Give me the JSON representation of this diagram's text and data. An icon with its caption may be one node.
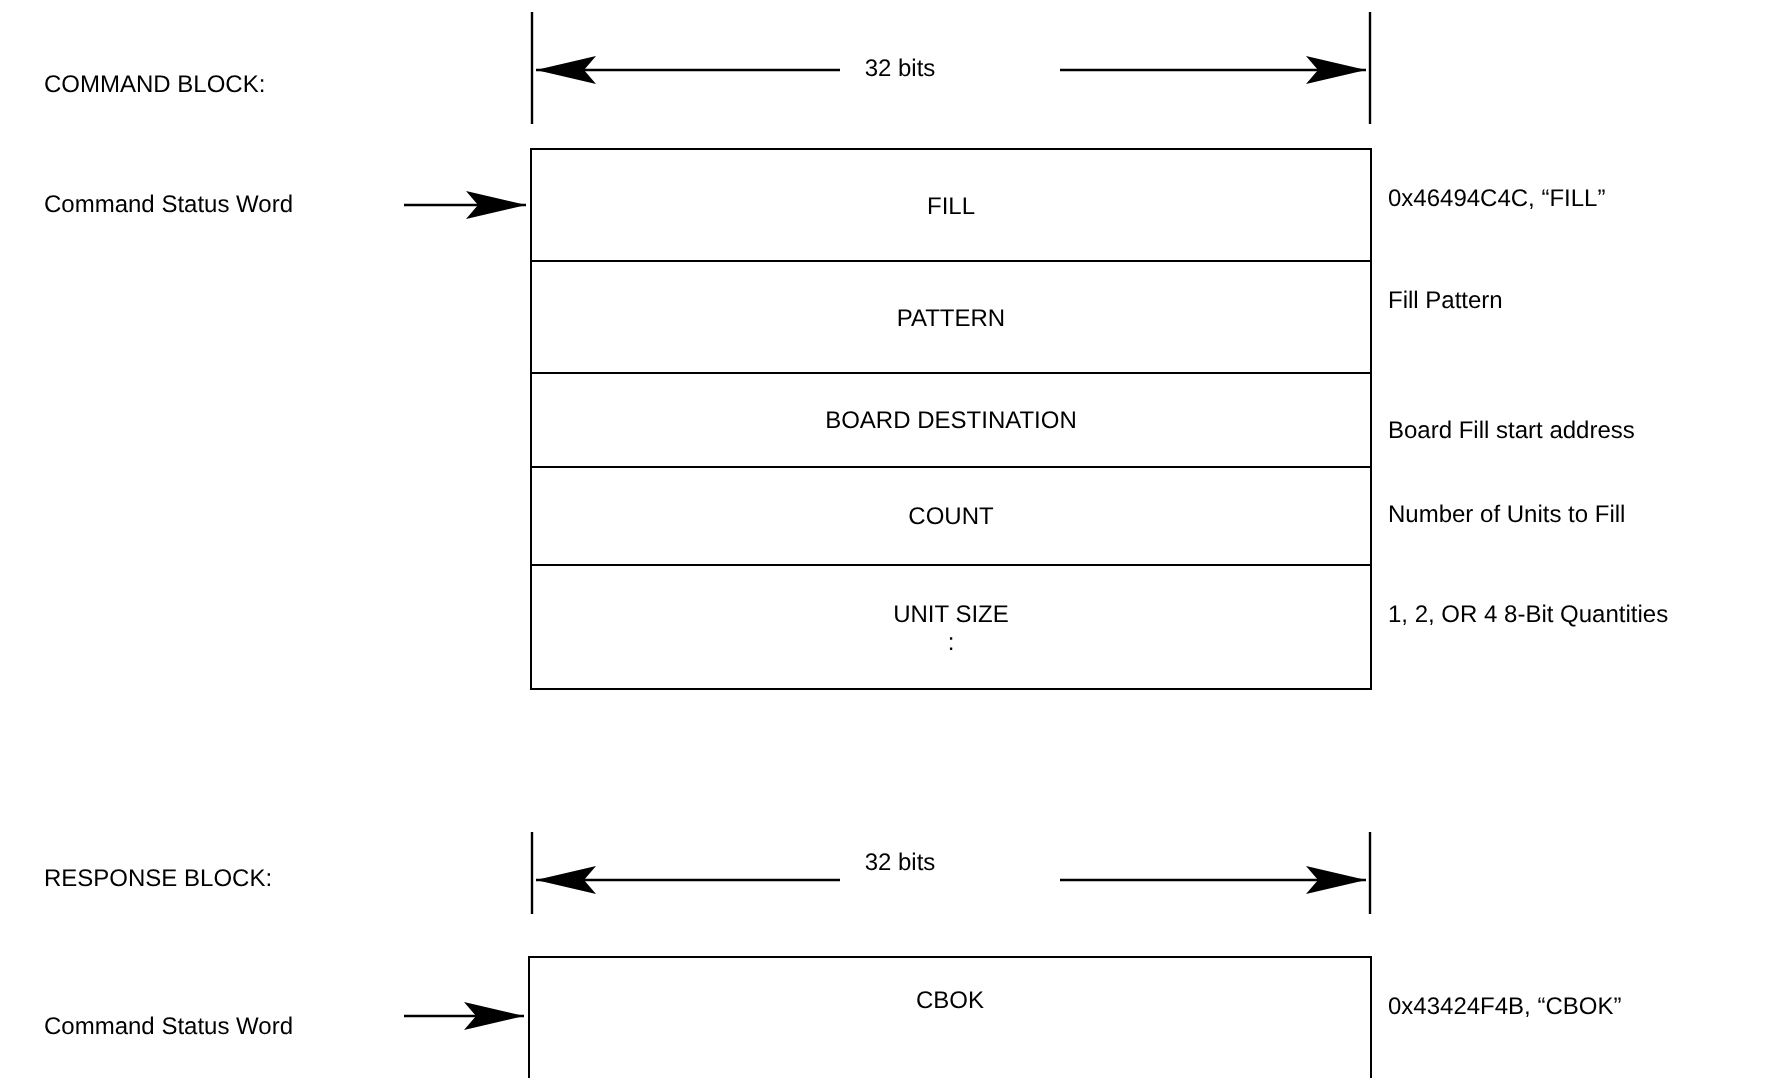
{
  "diagram": {
    "nodes": [
      {
        "text": [
          "Command Status Word"
        ]
      },
      {
        "text": [
          "FILL"
        ],
        "beside": [
          "0x46494C4C, “FILL”"
        ]
      },
      {
        "text": [
          "PATTERN"
        ],
        "beside": [
          "Fill Pattern"
        ]
      },
      {
        "text": [
          "BOARD DESTINATION"
        ],
        "beside": [
          "Board Fill start address"
        ]
      },
      {
        "text": [
          "COUNT"
        ],
        "beside": [
          "Number of Units to Fill"
        ]
      },
      {
        "text": [
          "UNIT SIZE",
          ":"
        ],
        "beside": [
          "1, 2, OR 4 8-Bit Quantities"
        ]
      },
      {
        "text": [
          "Command Status Word"
        ]
      },
      {
        "text": [
          "CBOK"
        ],
        "beside": [
          "0x43424F4B, “CBOK”"
        ]
      }
    ],
    "edges": [
      {
        "from": 0,
        "to": 1,
        "arrow": "to"
      },
      {
        "from": 6,
        "to": 7,
        "arrow": "to"
      }
    ],
    "labels": [
      "COMMAND BLOCK:",
      "32 bits",
      "RESPONSE BLOCK:",
      "32 bits"
    ]
  }
}
